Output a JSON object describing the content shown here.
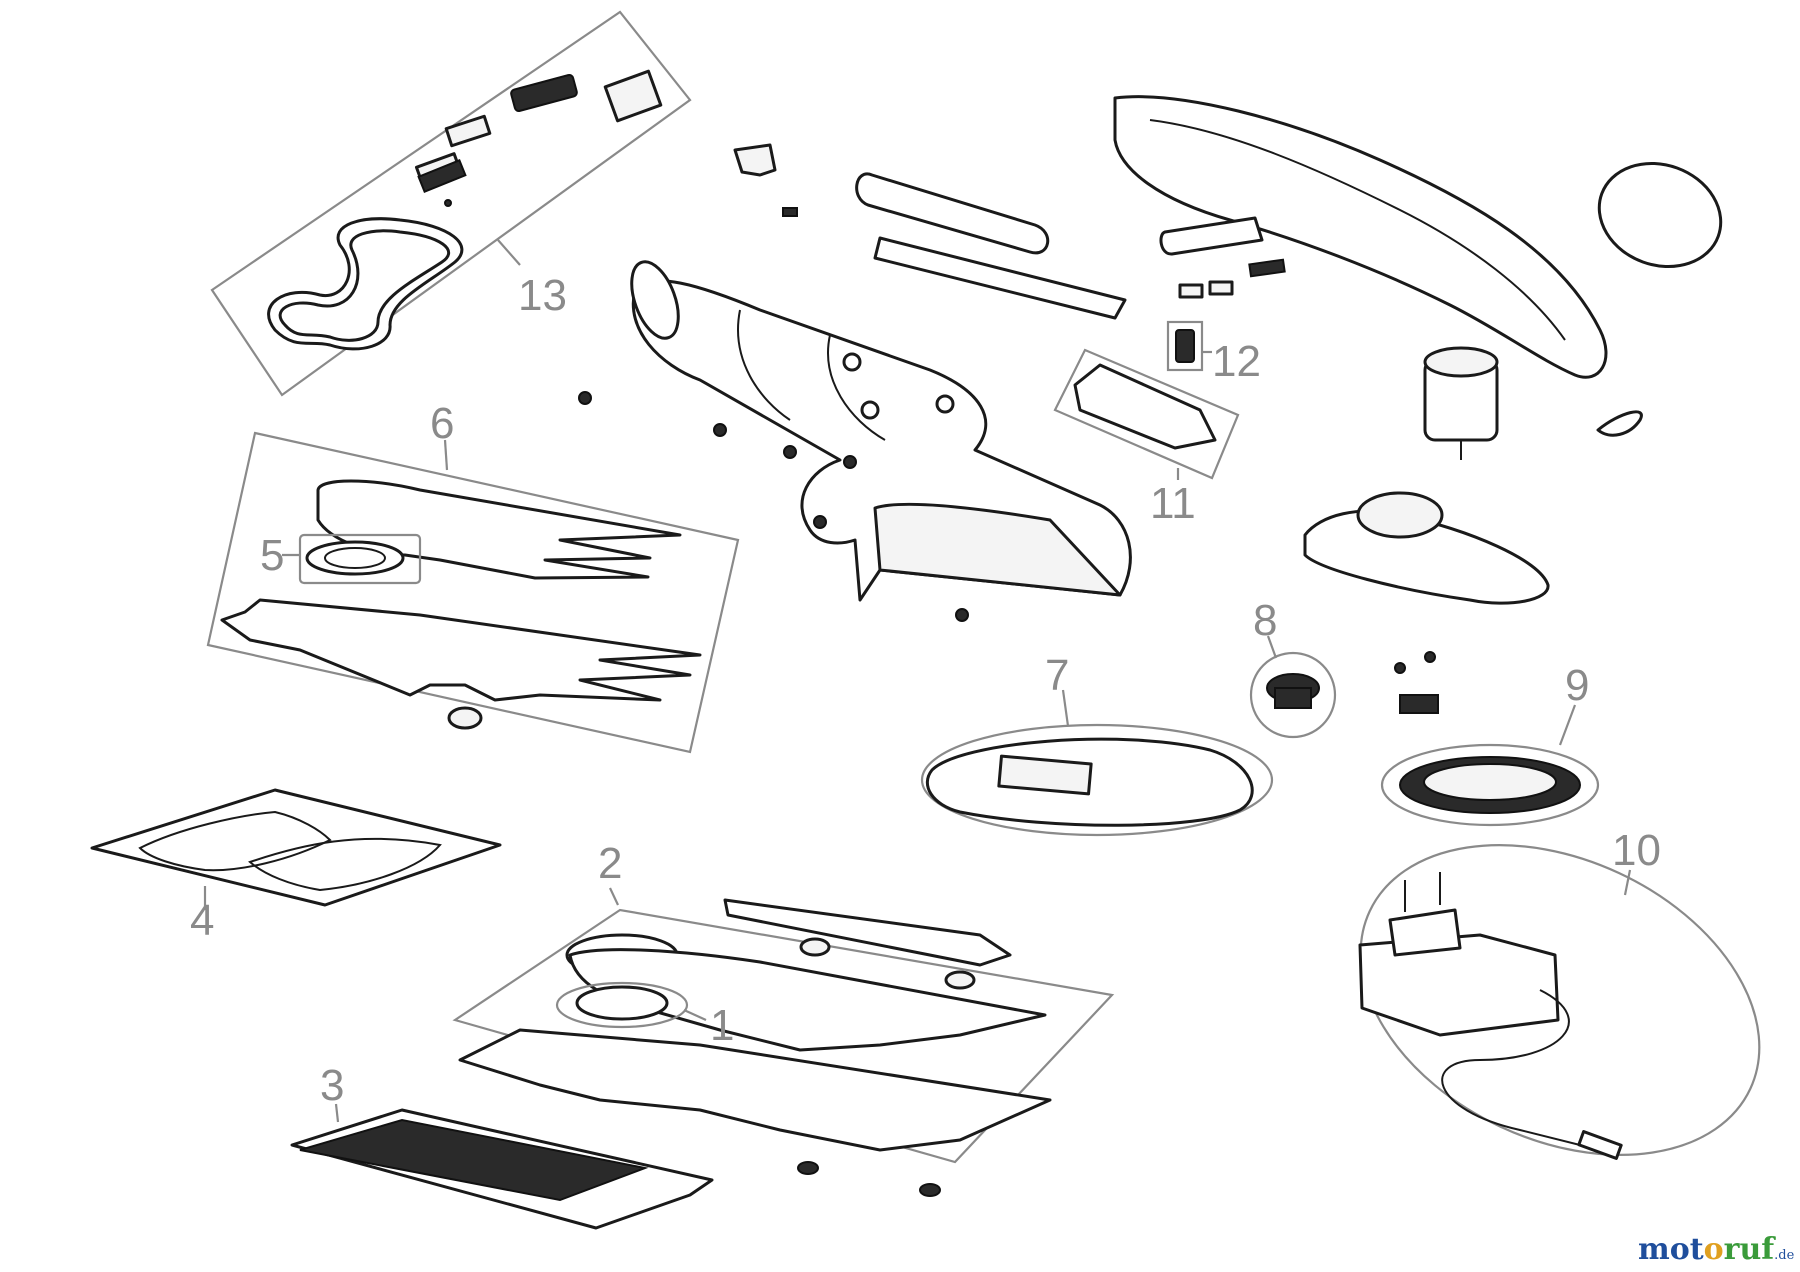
{
  "callouts": [
    {
      "id": "1",
      "text": "1"
    },
    {
      "id": "2",
      "text": "2"
    },
    {
      "id": "3",
      "text": "3"
    },
    {
      "id": "4",
      "text": "4"
    },
    {
      "id": "5",
      "text": "5"
    },
    {
      "id": "6",
      "text": "6"
    },
    {
      "id": "7",
      "text": "7"
    },
    {
      "id": "8",
      "text": "8"
    },
    {
      "id": "9",
      "text": "9"
    },
    {
      "id": "10",
      "text": "10"
    },
    {
      "id": "11",
      "text": "11"
    },
    {
      "id": "12",
      "text": "12"
    },
    {
      "id": "13",
      "text": "13"
    }
  ],
  "watermark": {
    "part1": "mot",
    "part2": "o",
    "part3": "ruf",
    "tld": ".de"
  },
  "colors": {
    "line": "#1a1a1a",
    "callout_gray": "#8a8a8a",
    "logo_blue": "#1f4e9c",
    "logo_orange": "#e0a020",
    "logo_green": "#3a9b3a"
  }
}
